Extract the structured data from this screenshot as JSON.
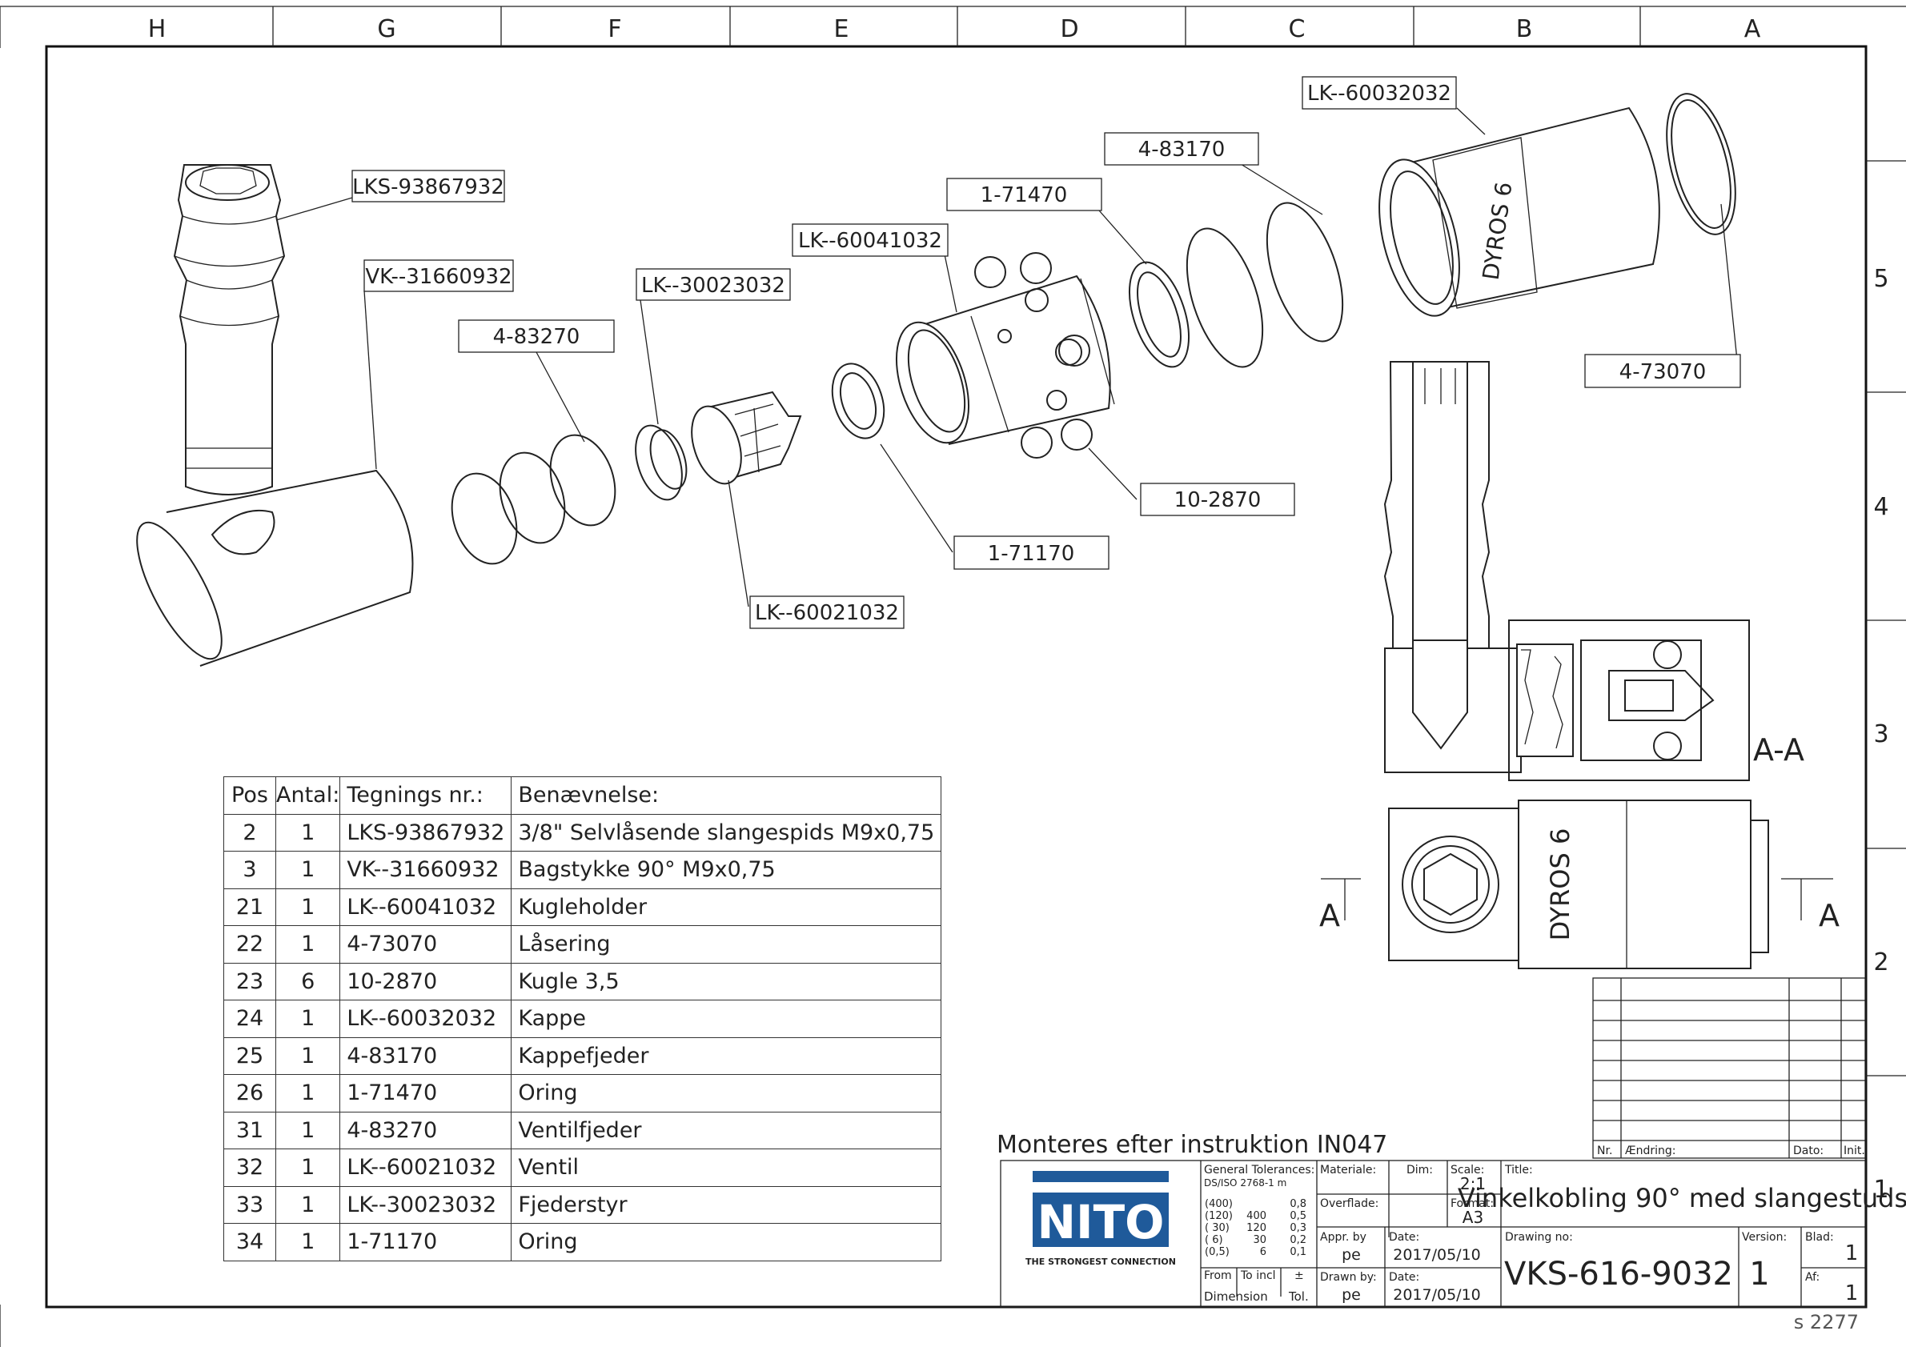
{
  "frame": {
    "columns": [
      "H",
      "G",
      "F",
      "E",
      "D",
      "C",
      "B",
      "A"
    ],
    "rows": [
      "5",
      "4",
      "3",
      "2",
      "1"
    ]
  },
  "callouts": [
    {
      "id": "c1",
      "label": "LKS-93867932"
    },
    {
      "id": "c2",
      "label": "VK--31660932"
    },
    {
      "id": "c3",
      "label": "4-83270"
    },
    {
      "id": "c4",
      "label": "LK--30023032"
    },
    {
      "id": "c5",
      "label": "LK--60041032"
    },
    {
      "id": "c6",
      "label": "1-71470"
    },
    {
      "id": "c7",
      "label": "4-83170"
    },
    {
      "id": "c8",
      "label": "LK--60032032"
    },
    {
      "id": "c9",
      "label": "4-73070"
    },
    {
      "id": "c10",
      "label": "10-2870"
    },
    {
      "id": "c11",
      "label": "1-71170"
    },
    {
      "id": "c12",
      "label": "LK--60021032"
    }
  ],
  "section": {
    "title": "A-A",
    "cut_left": "A",
    "cut_right": "A",
    "engraving": "DYROS 6"
  },
  "parts_table": {
    "headers": [
      "Pos",
      "Antal:",
      "Tegnings nr.:",
      "Benævnelse:"
    ],
    "rows": [
      [
        "2",
        "1",
        "LKS-93867932",
        "3/8\" Selvlåsende slangespids M9x0,75"
      ],
      [
        "3",
        "1",
        "VK--31660932",
        "Bagstykke 90° M9x0,75"
      ],
      [
        "21",
        "1",
        "LK--60041032",
        "Kugleholder"
      ],
      [
        "22",
        "1",
        "4-73070",
        "Låsering"
      ],
      [
        "23",
        "6",
        "10-2870",
        "Kugle 3,5"
      ],
      [
        "24",
        "1",
        "LK--60032032",
        "Kappe"
      ],
      [
        "25",
        "1",
        "4-83170",
        "Kappefjeder"
      ],
      [
        "26",
        "1",
        "1-71470",
        "Oring"
      ],
      [
        "31",
        "1",
        "4-83270",
        "Ventilfjeder"
      ],
      [
        "32",
        "1",
        "LK--60021032",
        "Ventil"
      ],
      [
        "33",
        "1",
        "LK--30023032",
        "Fjederstyr"
      ],
      [
        "34",
        "1",
        "1-71170",
        "Oring"
      ]
    ]
  },
  "note": "Monteres efter instruktion IN047",
  "revision_table": {
    "nr": "Nr.",
    "change": "Ændring:",
    "date": "Dato:",
    "init": "Init."
  },
  "title_block": {
    "logo_text": "NITO",
    "logo_tagline": "THE STRONGEST CONNECTION",
    "tolerances_label": "General Tolerances:",
    "tolerances_std": "DS/ISO 2768-1 m",
    "tol_col1": [
      "(400)",
      "(120)",
      "( 30)",
      "(  6)",
      "(0,5)"
    ],
    "tol_col2": [
      "",
      "400",
      "120",
      "30",
      "6"
    ],
    "tol_col3": [
      "0,8",
      "0,5",
      "0,3",
      "0,2",
      "0,1"
    ],
    "from_label": "From",
    "to_label": "To incl",
    "pm_label": "±",
    "dimension_label": "Dimension",
    "tol_label": "Tol.",
    "material_label": "Materiale:",
    "dim_label": "Dim:",
    "scale_label": "Scale:",
    "scale": "2:1",
    "surface_label": "Overflade:",
    "format_label": "Format:",
    "format": "A3",
    "appr_label": "Appr. by",
    "appr": "pe",
    "date_label": "Date:",
    "appr_date": "2017/05/10",
    "drawn_label": "Drawn by:",
    "drawn": "pe",
    "drawn_date": "2017/05/10",
    "title_label": "Title:",
    "title": "Vinkelkobling 90° med slangestuds",
    "drawing_no_label": "Drawing no:",
    "drawing_no": "VKS-616-9032",
    "version_label": "Version:",
    "version": "1",
    "sheet_label": "Blad:",
    "sheet": "1",
    "of_label": "Af:",
    "of": "1"
  },
  "footer_code": "s 2277"
}
